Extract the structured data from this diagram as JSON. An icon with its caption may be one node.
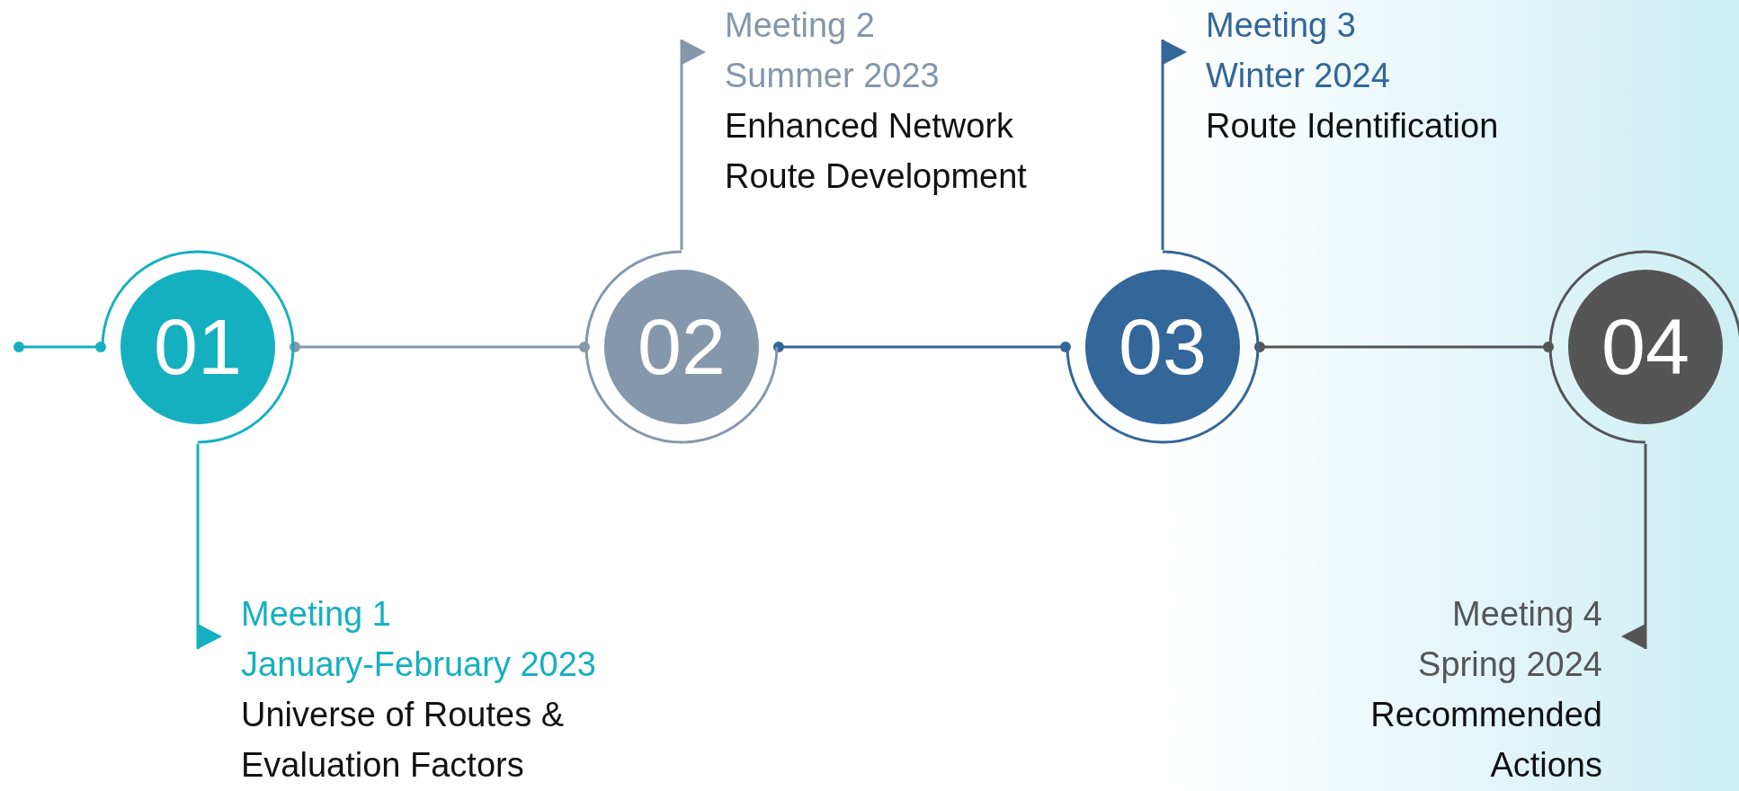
{
  "diagram": {
    "nodes": [
      {
        "text": [
          "01"
        ]
      },
      {
        "text": [
          "02"
        ]
      },
      {
        "text": [
          "03"
        ]
      },
      {
        "text": [
          "04"
        ]
      },
      {
        "text": [
          "Meeting 1",
          "January-February 2023",
          "Universe of Routes & Evaluation Factors"
        ]
      },
      {
        "text": [
          "Meeting 2",
          "Summer 2023",
          "Enhanced Network Route Development"
        ]
      },
      {
        "text": [
          "Meeting 3",
          "Winter 2024",
          "Route Identification"
        ]
      },
      {
        "text": [
          "Meeting 4",
          "Spring 2024",
          "Recommended Actions"
        ]
      }
    ],
    "edges": [
      {
        "from": null,
        "to": 0,
        "arrow": "other",
        "color": "#15b0c0"
      },
      {
        "from": 0,
        "to": 1,
        "arrow": "other",
        "color": "#8497ab"
      },
      {
        "from": 1,
        "to": 2,
        "arrow": "other",
        "color": "#336699"
      },
      {
        "from": 2,
        "to": 3,
        "arrow": "other",
        "color": "#555555"
      },
      {
        "from": 0,
        "to": 4,
        "arrow": "to",
        "color": "#15b0c0"
      },
      {
        "from": 1,
        "to": 5,
        "arrow": "to",
        "color": "#8497ab"
      },
      {
        "from": 2,
        "to": 6,
        "arrow": "to",
        "color": "#336699"
      },
      {
        "from": 3,
        "to": 7,
        "arrow": "to",
        "color": "#555555"
      }
    ]
  }
}
